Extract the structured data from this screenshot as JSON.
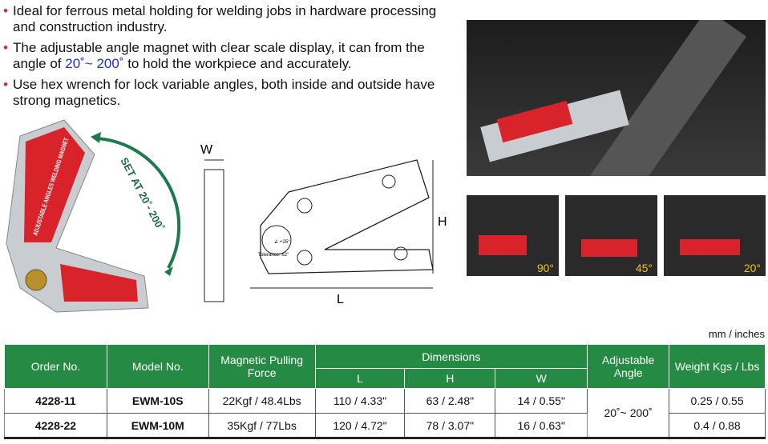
{
  "bullets": [
    {
      "text": "Ideal for ferrous metal holding for welding jobs in hardware processing and construction industry."
    },
    {
      "pre": "The adjustable angle magnet with clear scale display, it can from the angle of ",
      "highlight": "20˚~ 200˚",
      "post": " to hold the workpiece and accurately."
    },
    {
      "text": "Use hex wrench for lock variable angles, both inside and outside have strong magnetics."
    }
  ],
  "product": {
    "arc_label": "SET AT 20˚- 200˚",
    "label": "ADJUSTABLE ANGLES WELDING MAGNET"
  },
  "diagram": {
    "w": "W",
    "h": "H",
    "l": "L",
    "angle": "∠ +25°",
    "tolerance": "Tolerance: ±2°"
  },
  "photos": {
    "angles": [
      "90°",
      "45°",
      "20°"
    ]
  },
  "colors": {
    "accent": "#258a43",
    "bullet": "#e3262b",
    "highlight": "#1a2fd6"
  },
  "table": {
    "unit": "mm / inches",
    "headers": {
      "order": "Order No.",
      "model": "Model No.",
      "force": "Magnetic Pulling Force",
      "dimensions": "Dimensions",
      "l": "L",
      "h": "H",
      "w": "W",
      "angle": "Adjustable Angle",
      "weight": "Weight Kgs / Lbs"
    },
    "angle_value": "20˚~ 200˚",
    "rows": [
      {
        "order": "4228-11",
        "model": "EWM-10S",
        "force": "22Kgf / 48.4Lbs",
        "l": "110 / 4.33\"",
        "h": "63 / 2.48\"",
        "w": "14 / 0.55\"",
        "weight": "0.25 / 0.55"
      },
      {
        "order": "4228-22",
        "model": "EWM-10M",
        "force": "35Kgf / 77Lbs",
        "l": "120 / 4.72\"",
        "h": "78 / 3.07\"",
        "w": "16 / 0.63\"",
        "weight": "0.4 / 0.88"
      }
    ]
  }
}
